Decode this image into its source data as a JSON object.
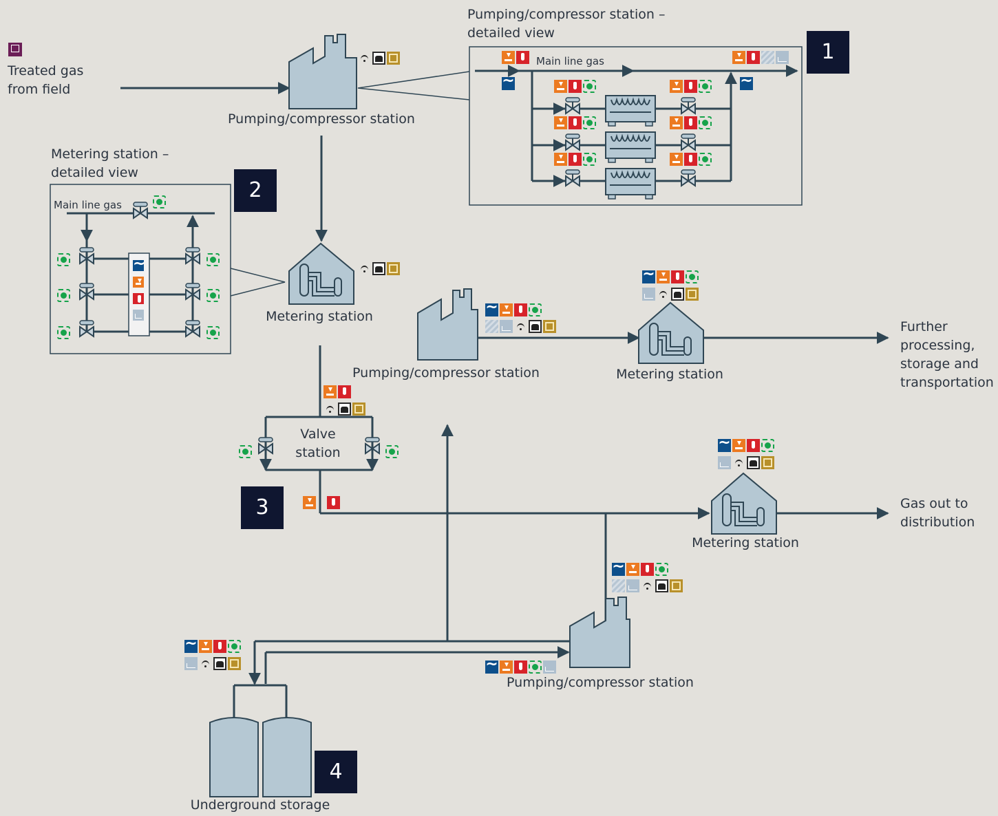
{
  "labels": {
    "source": "Treated gas\nfrom field",
    "pump1": "Pumping/compressor station",
    "detail1_title": "Pumping/compressor station –\ndetailed view",
    "main_line_gas_1": "Main line gas",
    "detail2_title": "Metering station –\ndetailed view",
    "main_line_gas_2": "Main line gas",
    "meter1": "Metering station",
    "pump2": "Pumping/compressor station",
    "meter2": "Metering station",
    "further": "Further\nprocessing,\nstorage and\ntransportation",
    "valve_station": "Valve\nstation",
    "meter3": "Metering station",
    "gas_out": "Gas out to\ndistribution",
    "pump3": "Pumping/compressor station",
    "storage": "Underground storage"
  },
  "badges": [
    "1",
    "2",
    "3",
    "4"
  ],
  "icon_legend": {
    "flow": "flow-meter-icon",
    "press": "pressure-transmitter-icon",
    "temp": "temperature-transmitter-icon",
    "valve": "valve-positioner-icon",
    "anal": "gas-analyzer-icon",
    "leak": "leak-detection-icon",
    "wifi": "wireless-icon",
    "rtu": "rtu-icon",
    "hmi": "hmi-panel-icon"
  },
  "colors": {
    "background": "#e3e1dc",
    "pipe": "#2f4654",
    "building": "#b5c8d3",
    "badge": "#0f1630"
  }
}
